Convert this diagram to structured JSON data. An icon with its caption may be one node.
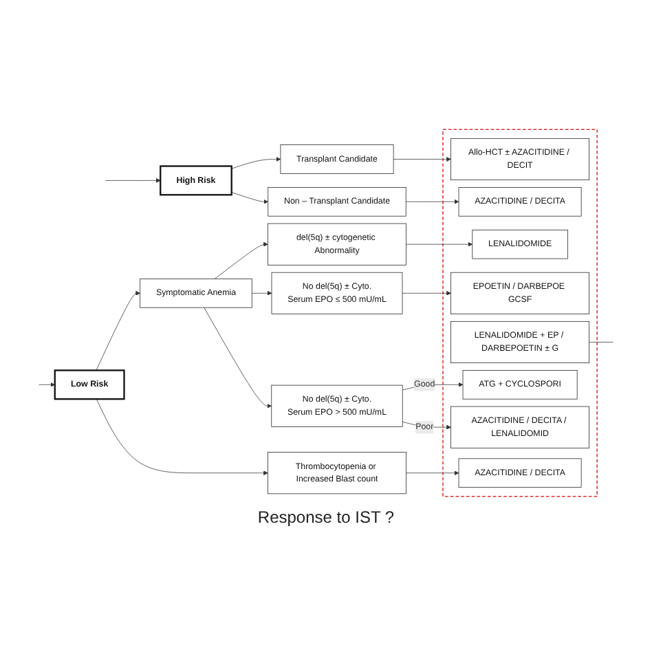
{
  "diagram": {
    "nodes": [
      {
        "text": [
          "High Risk"
        ]
      },
      {
        "text": [
          "Transplant Candidate"
        ]
      },
      {
        "text": [
          "Non – Transplant Candidate"
        ]
      },
      {
        "text": [
          "del(5q) ± cytogenetic Abnormality"
        ]
      },
      {
        "text": [
          "No del(5q) ± Cyto.",
          "Serum EPO ≤ 500 mU/mL"
        ]
      },
      {
        "text": [
          "Symptomatic Anemia"
        ]
      },
      {
        "text": [
          "No del(5q) ± Cyto.",
          "Serum EPO > 500 mU/mL"
        ]
      },
      {
        "text": [
          "Low Risk"
        ]
      },
      {
        "text": [
          "Thrombocytopenia or Increased Blast count"
        ]
      },
      {
        "text": [],
        "shape": "box"
      },
      {
        "text": [
          "Allo-HCT ± AZACITIDINE / DECIT"
        ],
        "in": 9
      },
      {
        "text": [
          "AZACITIDINE / DECITA"
        ],
        "in": 9
      },
      {
        "text": [
          "LENALIDOMIDE"
        ],
        "in": 9
      },
      {
        "text": [
          "EPOETIN / DARBEPOE GCSF"
        ],
        "in": 9
      },
      {
        "text": [
          "LENALIDOMIDE + EP / DARBEPOETIN ± G"
        ],
        "in": 9
      },
      {
        "text": [
          "ATG + CYCLOSPORI"
        ],
        "in": 9
      },
      {
        "text": [
          "AZACITIDINE / DECITA / LENALIDOMID"
        ],
        "in": 9
      },
      {
        "text": [
          "AZACITIDINE / DECITA"
        ],
        "in": 9
      }
    ],
    "edges": [
      {
        "from": null,
        "to": 0,
        "arrow": "to"
      },
      {
        "from": 0,
        "to": 1,
        "arrow": "to"
      },
      {
        "from": 0,
        "to": 2,
        "arrow": "to"
      },
      {
        "from": 1,
        "to": 10,
        "arrow": "to"
      },
      {
        "from": 2,
        "to": 11,
        "arrow": "to"
      },
      {
        "from": 5,
        "to": 3,
        "arrow": "to"
      },
      {
        "from": 3,
        "to": 12,
        "arrow": "to"
      },
      {
        "from": 5,
        "to": 4,
        "arrow": "to"
      },
      {
        "from": 4,
        "to": 13,
        "arrow": "to"
      },
      {
        "from": 14,
        "to": null,
        "arrow": "none"
      },
      {
        "from": 5,
        "to": 6,
        "arrow": "to"
      },
      {
        "from": 6,
        "to": 15,
        "label": "Good",
        "arrow": "to"
      },
      {
        "from": 6,
        "to": 16,
        "label": "Poor",
        "arrow": "to"
      },
      {
        "from": 7,
        "to": 5,
        "arrow": "to"
      },
      {
        "from": null,
        "to": 7,
        "arrow": "to"
      },
      {
        "from": 7,
        "to": 8,
        "arrow": "to"
      },
      {
        "from": 8,
        "to": 17,
        "arrow": "to"
      }
    ],
    "labels": [
      "Response to IST ?"
    ]
  }
}
